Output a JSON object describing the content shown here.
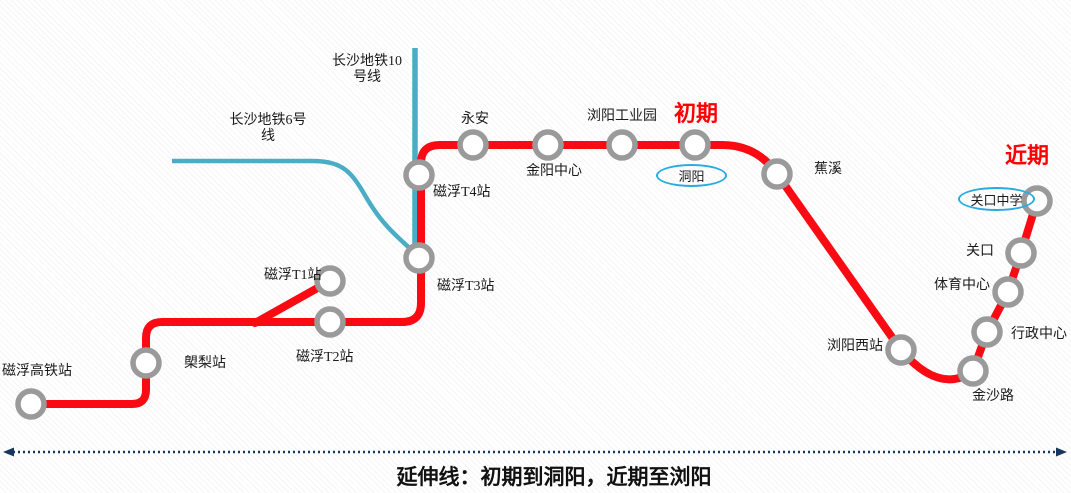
{
  "diagram": {
    "title_caption": "延伸线：初期到洞阳，近期至浏阳",
    "phases": {
      "initial": "初期",
      "near_term": "近期"
    },
    "metro_lines": [
      {
        "name": "长沙地铁10号线",
        "label_line1": "长沙地铁10",
        "label_line2": "号线"
      },
      {
        "name": "长沙地铁6号线",
        "label_line1": "长沙地铁6号",
        "label_line2": "线"
      }
    ],
    "stations": [
      {
        "name": "磁浮高铁站",
        "highlighted": false
      },
      {
        "name": "㮾梨站",
        "highlighted": false
      },
      {
        "name": "磁浮T1站",
        "highlighted": false
      },
      {
        "name": "磁浮T2站",
        "highlighted": false
      },
      {
        "name": "磁浮T3站",
        "highlighted": false
      },
      {
        "name": "磁浮T4站",
        "highlighted": false
      },
      {
        "name": "永安",
        "highlighted": false
      },
      {
        "name": "金阳中心",
        "highlighted": false
      },
      {
        "name": "浏阳工业园",
        "highlighted": false
      },
      {
        "name": "洞阳",
        "highlighted": true
      },
      {
        "name": "蕉溪",
        "highlighted": false
      },
      {
        "name": "浏阳西站",
        "highlighted": false
      },
      {
        "name": "金沙路",
        "highlighted": false
      },
      {
        "name": "行政中心",
        "highlighted": false
      },
      {
        "name": "体育中心",
        "highlighted": false
      },
      {
        "name": "关口",
        "highlighted": false
      },
      {
        "name": "关口中学",
        "highlighted": true
      }
    ],
    "colors": {
      "maglev_route": "#fa0a12",
      "metro_line": "#4bacc6",
      "station_ring": "#9a9a9a",
      "highlight_ellipse": "#29abe2",
      "phase_text": "#fe0000",
      "extent_dashed_line": "#17365d"
    }
  }
}
